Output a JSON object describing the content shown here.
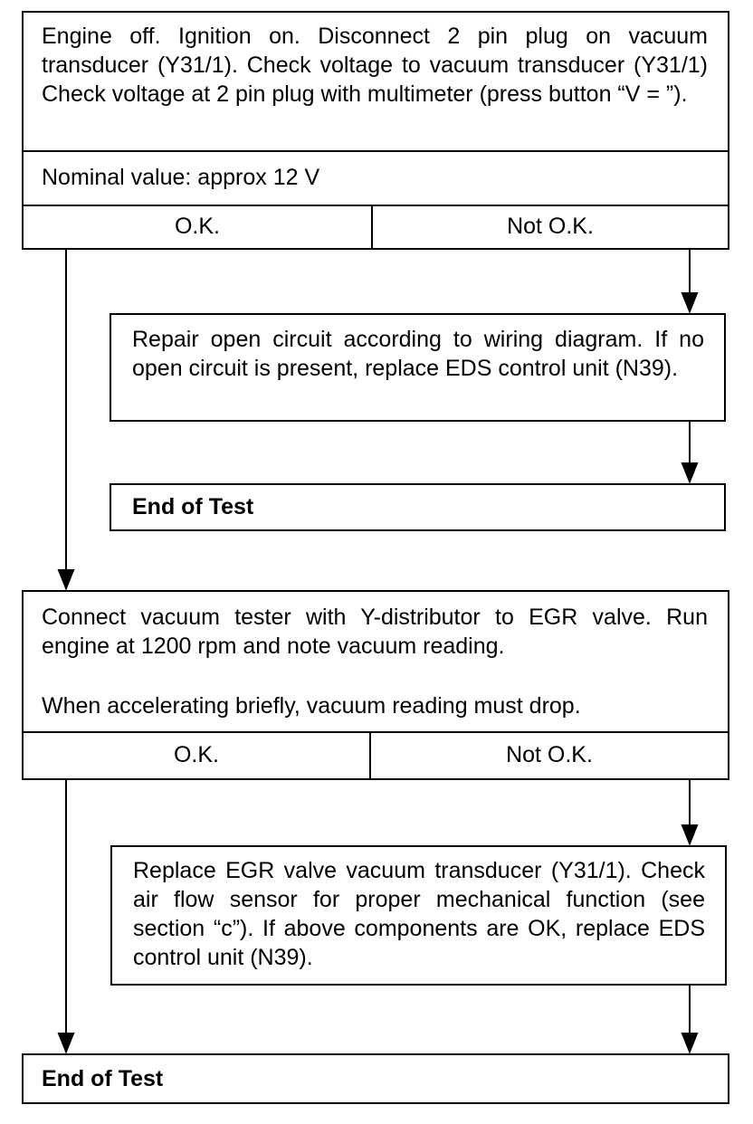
{
  "block1": {
    "instruction": "Engine off.  Ignition on.  Disconnect 2 pin plug on vacuum transducer (Y31/1).  Check voltage to vacuum transducer (Y31/1)    Check voltage at 2 pin plug with multimeter (press button “V = ”).",
    "nominal": "Nominal value:  approx 12 V",
    "ok_label": "O.K.",
    "not_ok_label": "Not O.K."
  },
  "repair1": {
    "text": "Repair open circuit according to wiring diagram.  If no open circuit is present, replace EDS control unit (N39)."
  },
  "end1": {
    "text": "End of Test"
  },
  "block2": {
    "instruction1": "Connect vacuum tester with Y-distributor to EGR valve. Run engine at 1200 rpm and note vacuum reading.",
    "instruction2": "When accelerating briefly, vacuum reading must drop.",
    "ok_label": "O.K.",
    "not_ok_label": "Not O.K."
  },
  "repair2": {
    "text": "Replace EGR valve vacuum transducer (Y31/1). Check air flow sensor for proper mechanical function (see section “c”).  If above components are OK, replace EDS control unit (N39)."
  },
  "end2": {
    "text": "End of Test"
  }
}
